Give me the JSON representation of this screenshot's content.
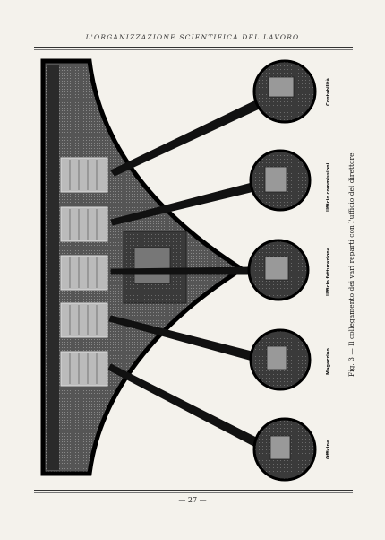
{
  "header": {
    "title": "L'ORGANIZZAZIONE SCIENTIFICA DEL LAVORO"
  },
  "figure": {
    "caption": "Fig. 3 — Il collegamento dei vari reparti con l'ufficio del direttore.",
    "labels": [
      "Officine",
      "Magazzino",
      "Ufficio fatturazione",
      "Ufficio commissioni",
      "Contabilità"
    ]
  },
  "footer": {
    "page_number": "— 27 —"
  }
}
